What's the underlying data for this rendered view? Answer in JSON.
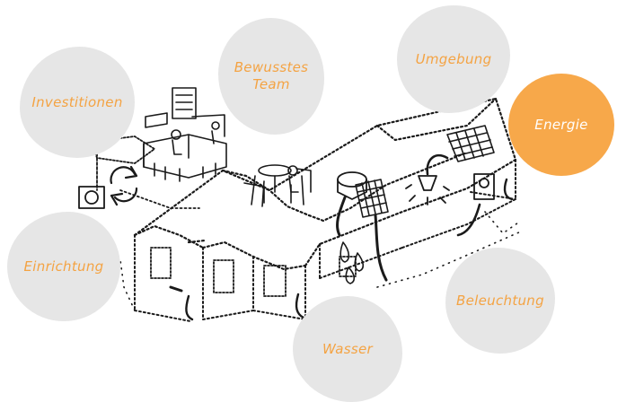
{
  "bubbles": {
    "investitionen": "Investitionen",
    "bewusstes_team": "Bewusstes\nTeam",
    "umgebung": "Umgebung",
    "energie": "Energie",
    "einrichtung": "Einrichtung",
    "beleuchtung": "Beleuchtung",
    "wasser": "Wasser"
  },
  "colors": {
    "bubble_fill": "#e6e6e6",
    "bubble_active_fill": "#f7a84a",
    "label_text": "#f4a343",
    "label_active_text": "#ffffff",
    "sketch_ink": "#1a1a1a"
  },
  "icons": {
    "illustration": "restaurant-building-sketch",
    "solar_panel": "solar-panel-icon",
    "lamp": "lamp-icon",
    "water_drops": "water-drop-icon",
    "water_tank": "water-tank-icon",
    "meter": "electric-meter-icon",
    "recycle": "recycle-icon"
  }
}
